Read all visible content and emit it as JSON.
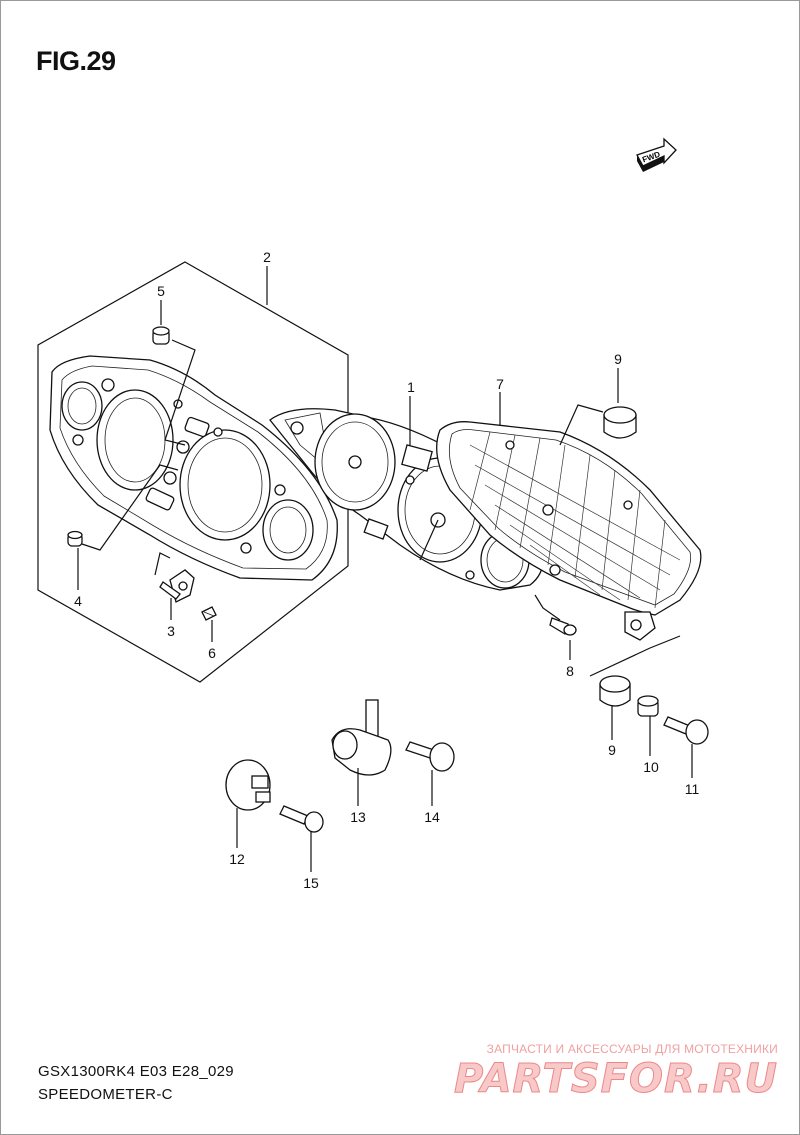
{
  "figure": {
    "title": "FIG.29",
    "model_code": "GSX1300RK4 E03 E28_029",
    "section_name": "SPEEDOMETER-C",
    "fwd_label": "FWD"
  },
  "callouts": [
    "1",
    "2",
    "3",
    "4",
    "5",
    "6",
    "7",
    "8",
    "9",
    "9",
    "10",
    "11",
    "12",
    "13",
    "14",
    "15"
  ],
  "watermark": {
    "caption": "ЗАПЧАСТИ И АКСЕССУАРЫ ДЛЯ МОТОТЕХНИКИ",
    "logo": "PARTSFOR.RU",
    "color": "#e88a8a"
  }
}
